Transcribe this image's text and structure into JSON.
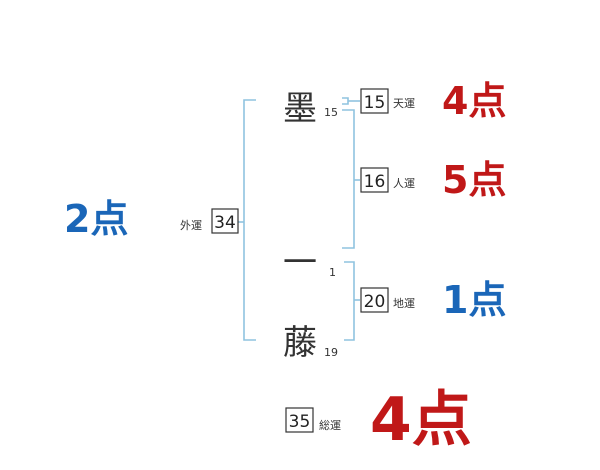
{
  "name": {
    "chars": [
      {
        "char": "墨",
        "strokes": "15"
      },
      {
        "char": "一",
        "strokes": "1"
      },
      {
        "char": "藤",
        "strokes": "19"
      }
    ]
  },
  "fortunes": {
    "tenkaku": {
      "label": "天運",
      "value": "15",
      "score": "4点"
    },
    "jinkaku": {
      "label": "人運",
      "value": "16",
      "score": "5点"
    },
    "chikaku": {
      "label": "地運",
      "value": "20",
      "score": "1点"
    },
    "gaikaku": {
      "label": "外運",
      "value": "34",
      "score": "2点"
    },
    "soukaku": {
      "label": "総運",
      "value": "35",
      "score": "4点"
    }
  },
  "colors": {
    "good": "#c01818",
    "bad": "#1a66b8",
    "bracket": "#8fc3df"
  }
}
